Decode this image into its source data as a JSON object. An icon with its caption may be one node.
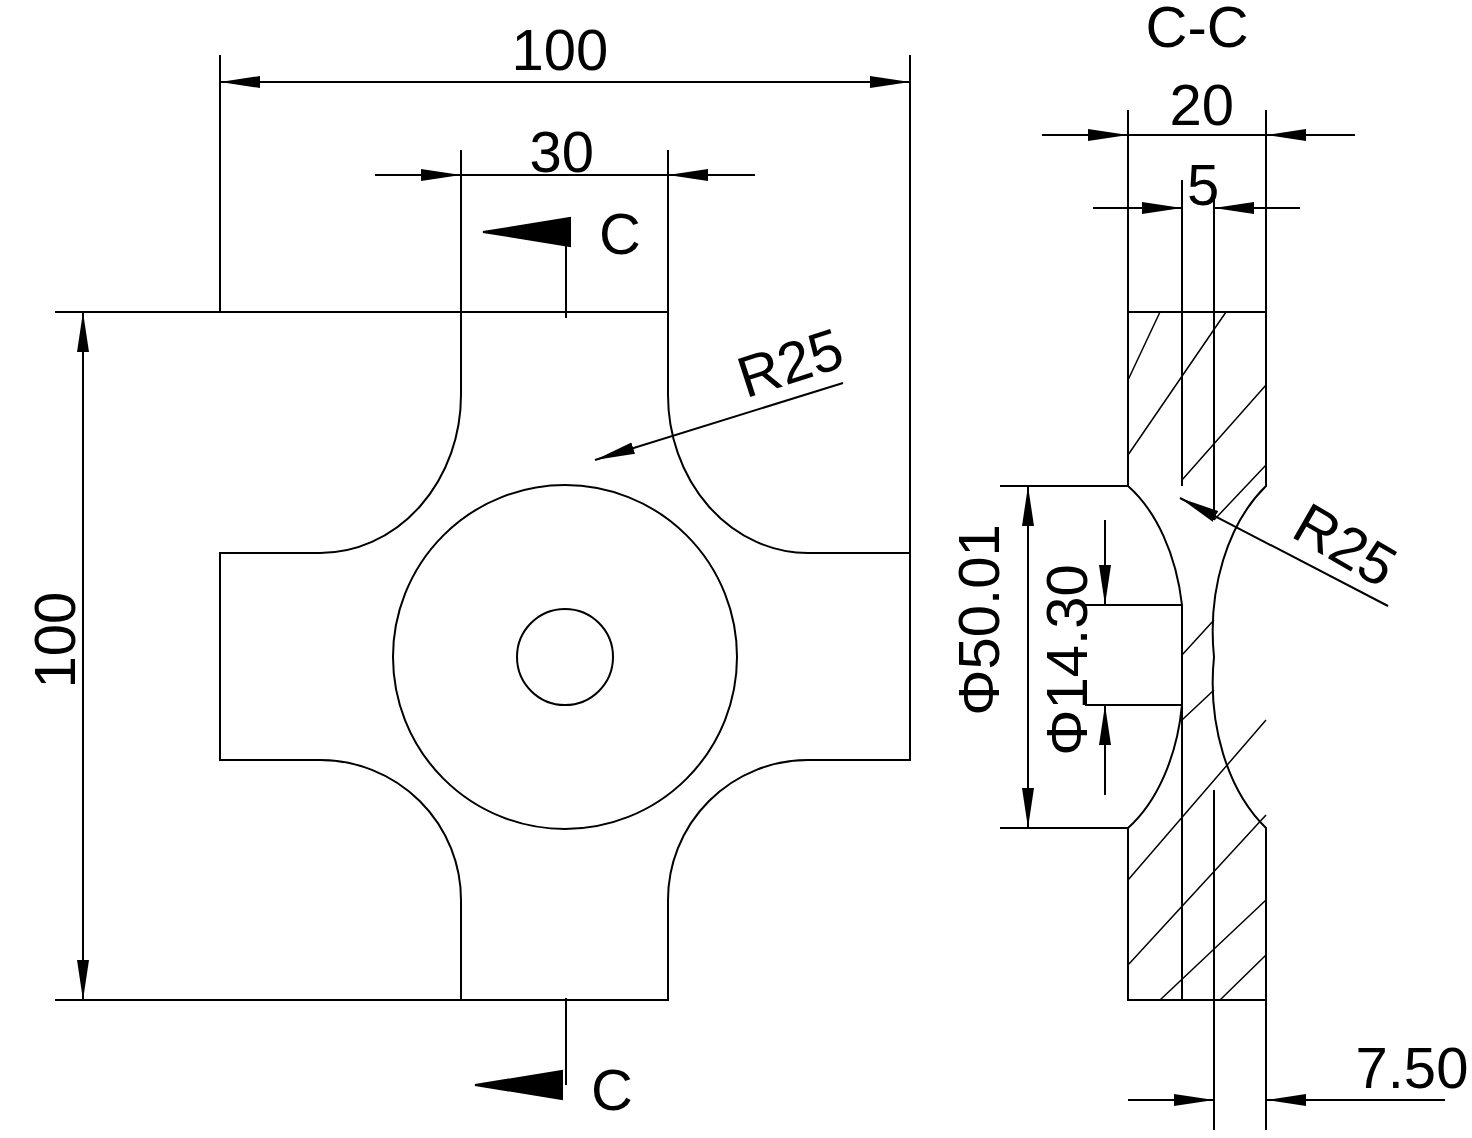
{
  "diagram": {
    "labels": [
      "C-C",
      "100",
      "20",
      "30",
      "5",
      "C",
      "R25",
      "R25",
      "100",
      "Φ50.01",
      "Φ14.30",
      "7.50",
      "C"
    ]
  }
}
